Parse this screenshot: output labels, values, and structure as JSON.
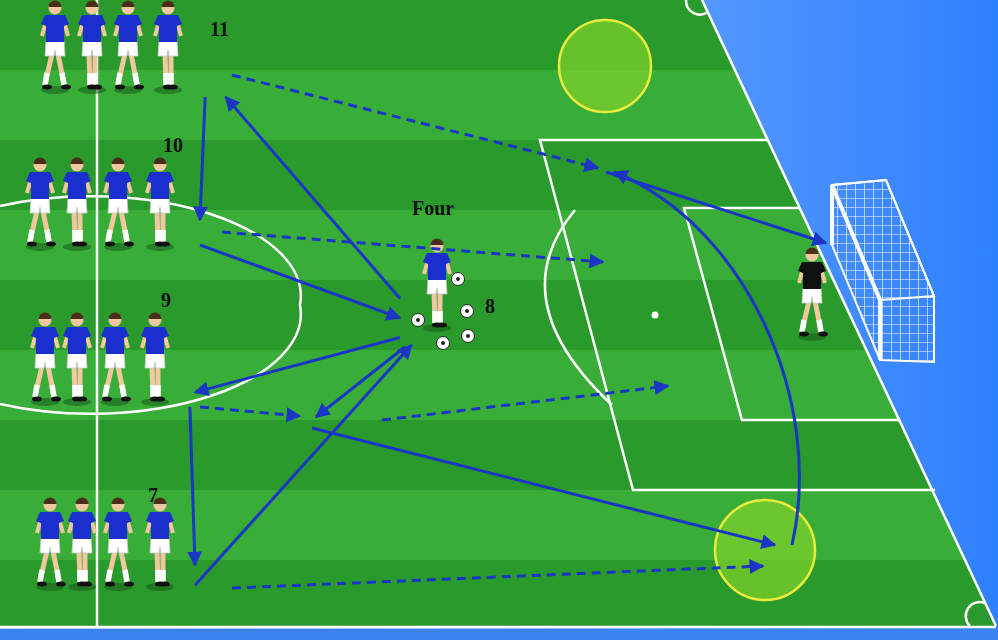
{
  "diagram": {
    "nodes": [
      {
        "text": [
          "11"
        ]
      },
      {
        "text": [
          "10"
        ]
      },
      {
        "text": [
          "Four",
          "8"
        ]
      },
      {
        "text": [
          "9"
        ]
      },
      {
        "text": [
          "7"
        ]
      }
    ],
    "edges": [
      {
        "from": 0,
        "to": 1,
        "arrow": "to"
      },
      {
        "from": 2,
        "to": 0,
        "arrow": "to"
      },
      {
        "from": 1,
        "to": 2,
        "arrow": "to"
      },
      {
        "from": 2,
        "to": 3,
        "arrow": "to"
      },
      {
        "from": 3,
        "to": 4,
        "arrow": "to"
      },
      {
        "from": 4,
        "to": 2,
        "arrow": "to"
      }
    ]
  }
}
